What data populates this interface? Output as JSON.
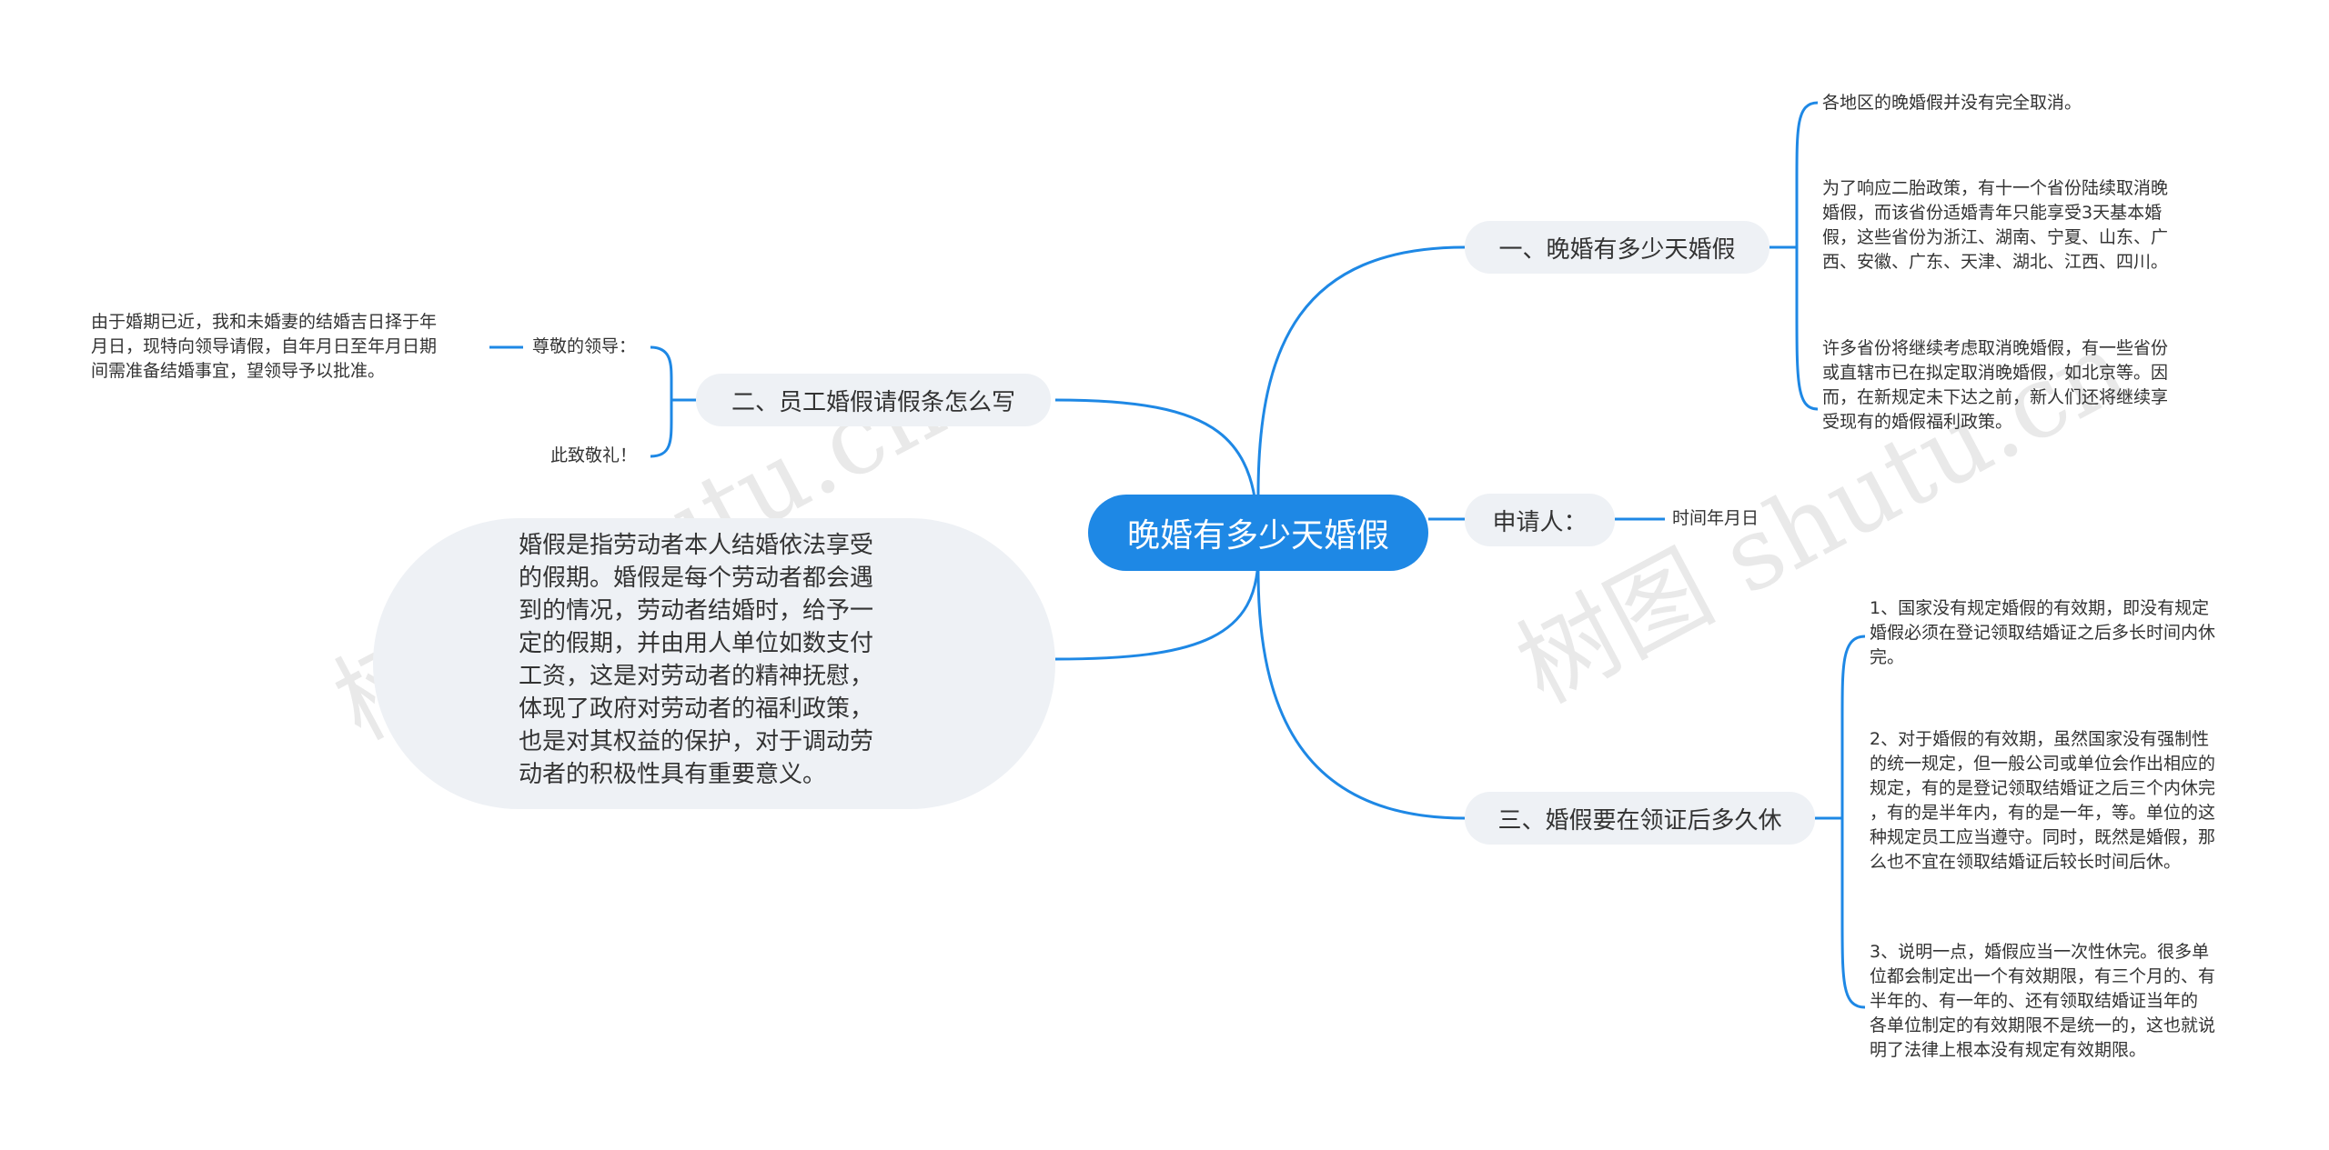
{
  "root": {
    "label": "晚婚有多少天婚假"
  },
  "branches": {
    "b1": {
      "label": "一、晚婚有多少天婚假",
      "leaves": [
        [
          "各地区的晚婚假并没有完全取消。"
        ],
        [
          "为了响应二胎政策，有十一个省份陆续取消晚",
          "婚假，而该省份适婚青年只能享受3天基本婚",
          "假，这些省份为浙江、湖南、宁夏、山东、广",
          "西、安徽、广东、天津、湖北、江西、四川。"
        ],
        [
          "许多省份将继续考虑取消晚婚假，有一些省份",
          "或直辖市已在拟定取消晚婚假，如北京等。因",
          "而，在新规定未下达之前，新人们还将继续享",
          "受现有的婚假福利政策。"
        ]
      ]
    },
    "b2": {
      "label": "申请人：",
      "leaves": [
        [
          "时间年月日"
        ]
      ]
    },
    "b3": {
      "label": "三、婚假要在领证后多久休",
      "leaves": [
        [
          "1、国家没有规定婚假的有效期，即没有规定",
          "婚假必须在登记领取结婚证之后多长时间内休",
          "完。"
        ],
        [
          "2、对于婚假的有效期，虽然国家没有强制性",
          "的统一规定，但一般公司或单位会作出相应的",
          "规定，有的是登记领取结婚证之后三个内休完",
          "，有的是半年内，有的是一年，等。单位的这",
          "种规定员工应当遵守。同时，既然是婚假，那",
          "么也不宜在领取结婚证后较长时间后休。"
        ],
        [
          "3、说明一点，婚假应当一次性休完。很多单",
          "位都会制定出一个有效期限，有三个月的、有",
          "半年的、有一年的、还有领取结婚证当年的",
          "各单位制定的有效期限不是统一的，这也就说",
          "明了法律上根本没有规定有效期限。"
        ]
      ]
    },
    "b4": {
      "label": "二、员工婚假请假条怎么写",
      "subs": [
        {
          "label": "尊敬的领导：",
          "text": [
            "由于婚期已近，我和未婚妻的结婚吉日择于年",
            "月日，现特向领导请假，自年月日至年月日期",
            "间需准备结婚事宜，望领导予以批准。"
          ]
        },
        {
          "label": "此致敬礼！"
        }
      ]
    },
    "b5": {
      "text": [
        "婚假是指劳动者本人结婚依法享受",
        "的假期。婚假是每个劳动者都会遇",
        "到的情况，劳动者结婚时，给予一",
        "定的假期，并由用人单位如数支付",
        "工资，这是对劳动者的精神抚慰，",
        "体现了政府对劳动者的福利政策，",
        "也是对其权益的保护，对于调动劳",
        "动者的积极性具有重要意义。"
      ]
    }
  },
  "watermarks": [
    "树图 shutu.cn",
    "树图 shutu.cn"
  ],
  "colors": {
    "accent": "#1e88e5",
    "node_bg": "#eef1f5",
    "text": "#333333"
  }
}
